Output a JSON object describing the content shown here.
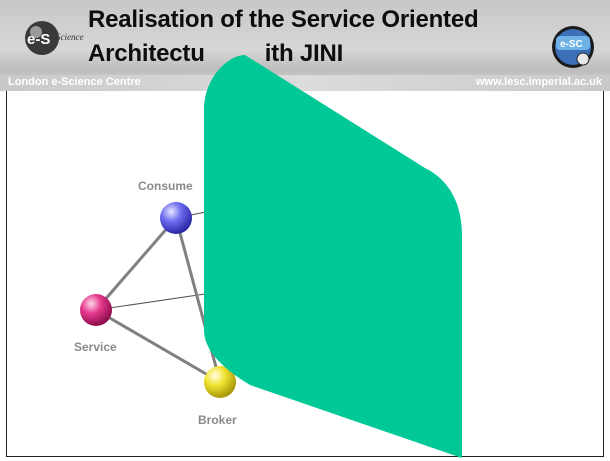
{
  "header": {
    "title_line1": "Realisation of the Service Oriented",
    "title_line2": "Architectu",
    "title_line2_tail": "ith JINI",
    "banner_left": "London e-Science Centre",
    "banner_right": "www.lesc.imperial.ac.uk",
    "logo_left_text": "Science",
    "logo_right_text": "e-SC"
  },
  "diagram": {
    "nodes": [
      {
        "label": "Consume",
        "color": "#5a57d8"
      },
      {
        "label": "Service",
        "color": "#d81e7a"
      },
      {
        "label": "Broker",
        "color": "#e6d61c"
      }
    ],
    "panel_color": "#00c896"
  }
}
